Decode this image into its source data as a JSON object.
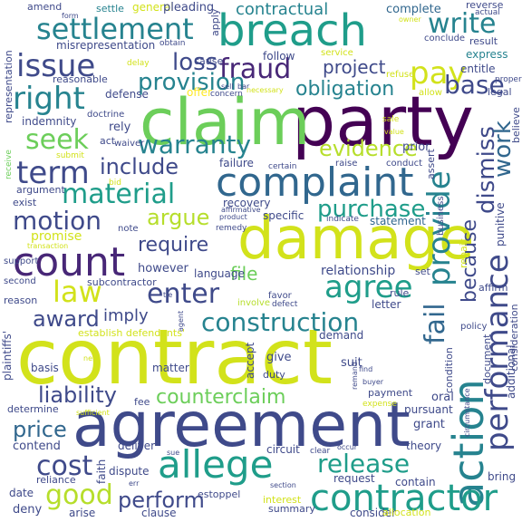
{
  "palette": [
    "#440154",
    "#482777",
    "#3f4a8a",
    "#31678e",
    "#26838f",
    "#1f9d8a",
    "#35b779",
    "#6cce5a",
    "#b6de2b",
    "#d2e21b",
    "#fee825"
  ],
  "words": {
    "contract": "contract",
    "agreement": "agreement",
    "damage": "damage",
    "party": "party",
    "claim": "claim",
    "breach": "breach",
    "complaint": "complaint",
    "action": "action",
    "performance": "performance",
    "count": "count",
    "allege": "allege",
    "contractor": "contractor",
    "settlement": "settlement",
    "issue": "issue",
    "fraud": "fraud",
    "pay": "pay",
    "right": "right",
    "loss": "loss",
    "provision": "provision",
    "warranty": "warranty",
    "write": "write",
    "base": "base",
    "term": "term",
    "seek": "seek",
    "include": "include",
    "material": "material",
    "motion": "motion",
    "argue": "argue",
    "purchase": "purchase",
    "evidence": "evidence",
    "obligation": "obligation",
    "project": "project",
    "provide": "provide",
    "fail": "fail",
    "dismiss": "dismiss",
    "because": "because",
    "work": "work",
    "law": "law",
    "agree": "agree",
    "enter": "enter",
    "require": "require",
    "construction": "construction",
    "award": "award",
    "imply": "imply",
    "file": "file",
    "liability": "liability",
    "counterclaim": "counterclaim",
    "release": "release",
    "cost": "cost",
    "price": "price",
    "good": "good",
    "perform": "perform",
    "contractual": "contractual",
    "amend": "amend",
    "settle": "settle",
    "general": "general",
    "pleading": "pleading",
    "apply": "apply",
    "complete": "complete",
    "reverse": "reverse",
    "misrepresentation": "misrepresentation",
    "obtain": "obtain",
    "conclude": "conclude",
    "result": "result",
    "follow": "follow",
    "service": "service",
    "express": "express",
    "representation": "representation",
    "reasonable": "reasonable",
    "delay": "delay",
    "cause": "cause",
    "refuse": "refuse",
    "entitle": "entitle",
    "properly": "properly",
    "offer": "offer",
    "defense": "defense",
    "concern": "concern",
    "allow": "allow",
    "legal": "legal",
    "indemnity": "indemnity",
    "doctrine": "doctrine",
    "rely": "rely",
    "act": "act",
    "waiver": "waiver",
    "sale": "sale",
    "prior": "prior",
    "assert": "assert",
    "believe": "believe",
    "receive": "receive",
    "submit": "submit",
    "failure": "failure",
    "certain": "certain",
    "raise": "raise",
    "conduct": "conduct",
    "business": "business",
    "punitive": "punitive",
    "argument": "argument",
    "bid": "bid",
    "exist": "exist",
    "recovery": "recovery",
    "specific": "specific",
    "statement": "statement",
    "note": "note",
    "remedy": "remedy",
    "indicate": "indicate",
    "promise": "promise",
    "transaction": "transaction",
    "support": "support",
    "relationship": "relationship",
    "set": "set",
    "however": "however",
    "language": "language",
    "second": "second",
    "subcontractor": "subcontractor",
    "favor": "favor",
    "reason": "reason",
    "rule": "rule",
    "letter": "letter",
    "involve": "involve",
    "defect": "defect",
    "establish_defendants": "establish defendants'",
    "demand": "demand",
    "policy": "policy",
    "plaintiffs": "plaintiffs'",
    "additional": "additional",
    "matter": "matter",
    "basis": "basis",
    "accept": "accept",
    "give": "give",
    "suit": "suit",
    "condition": "condition",
    "document": "document",
    "consideration": "consideration",
    "duty": "duty",
    "payment": "payment",
    "determine": "determine",
    "fee": "fee",
    "expense": "expense",
    "pursuant": "pursuant",
    "grant": "grant",
    "oral": "oral",
    "contend": "contend",
    "deliver": "deliver",
    "faith": "faith",
    "circuit": "circuit",
    "theory": "theory",
    "dispute": "dispute",
    "clear": "clear",
    "bring": "bring",
    "reliance": "reliance",
    "date": "date",
    "deny": "deny",
    "estoppel": "estoppel",
    "request": "request",
    "contain": "contain",
    "arise": "arise",
    "clause": "clause",
    "summary": "summary",
    "consider": "consider",
    "interest": "interest",
    "section": "section",
    "allocation": "allocation",
    "product": "product",
    "affirmative": "affirmative",
    "affirm": "affirm",
    "repair": "repair",
    "form": "form",
    "sell": "sell",
    "bar": "bar",
    "value": "value",
    "new": "new",
    "actual": "actual",
    "owner": "owner",
    "circumstance": "circumstance",
    "buyer": "buyer",
    "sufficient": "sufficient",
    "err": "err",
    "tie": "tie",
    "sue": "sue",
    "remand": "remand",
    "find": "find",
    "agent": "agent",
    "necessary": "necessary",
    "occur": "occur"
  }
}
